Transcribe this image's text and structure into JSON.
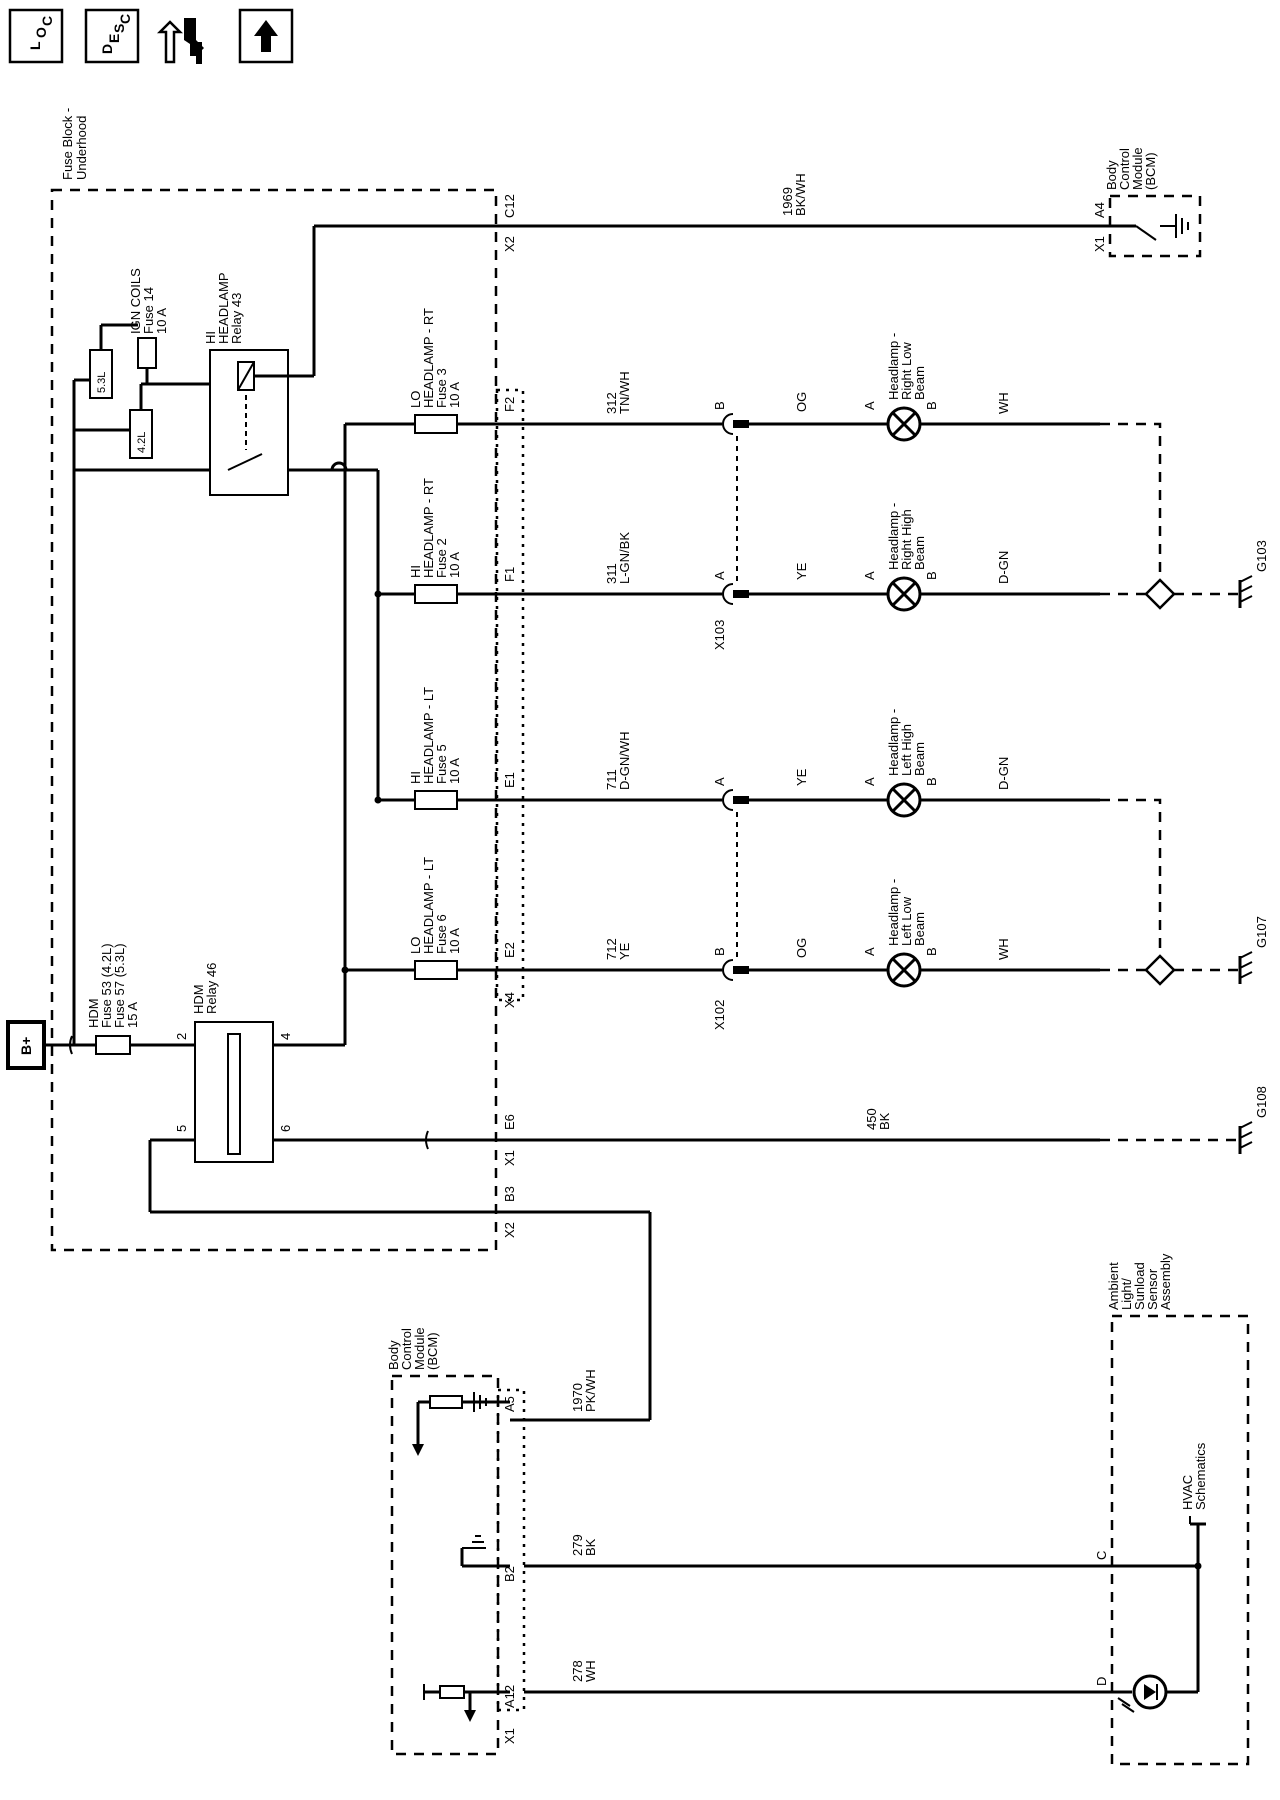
{
  "nav": {
    "loc_letters": [
      "L",
      "O",
      "C"
    ],
    "desc_letters": [
      "D",
      "E",
      "S",
      "C"
    ]
  },
  "fuse_block": {
    "title": "Fuse Block -",
    "subtitle": "Underhood",
    "battery": "B+"
  },
  "hdm_fuse": {
    "l1": "HDM",
    "l2": "Fuse 53 (4.2L)",
    "l3": "Fuse 57 (5.3L)",
    "l4": "15 A"
  },
  "hdm_relay": {
    "l1": "HDM",
    "l2": "Relay 46",
    "pin2": "2",
    "pin4": "4",
    "pin5": "5",
    "pin6": "6"
  },
  "ign_fuse": {
    "l1": "IGN COILS",
    "l2": "Fuse 14",
    "l3": "10 A",
    "badge1": "5.3L",
    "badge2": "4.2L"
  },
  "hi_relay": {
    "l1": "HI",
    "l2": "HEADLAMP",
    "l3": "Relay 43"
  },
  "fuses": [
    {
      "l1": "LO",
      "l2": "HEADLAMP - RT",
      "l3": "Fuse 3",
      "l4": "10 A",
      "pin": "F2"
    },
    {
      "l1": "HI",
      "l2": "HEADLAMP - RT",
      "l3": "Fuse 2",
      "l4": "10 A",
      "pin": "F1"
    },
    {
      "l1": "HI",
      "l2": "HEADLAMP - LT",
      "l3": "Fuse 5",
      "l4": "10 A",
      "pin": "E1"
    },
    {
      "l1": "LO",
      "l2": "HEADLAMP - LT",
      "l3": "Fuse 6",
      "l4": "10 A",
      "pin": "E2"
    }
  ],
  "connectors": {
    "c12": "C12",
    "x2a": "X2",
    "x4": "X4",
    "e6": "E6",
    "x1": "X1",
    "b3": "B3",
    "x2b": "X2",
    "x103": "X103",
    "x102": "X102"
  },
  "circuits": [
    {
      "num": "312",
      "color": "TN/WH",
      "pin": "B",
      "lamp_wire": "OG",
      "ret": "WH"
    },
    {
      "num": "311",
      "color": "L-GN/BK",
      "pin": "A",
      "lamp_wire": "YE",
      "ret": "D-GN"
    },
    {
      "num": "711",
      "color": "D-GN/WH",
      "pin": "A",
      "lamp_wire": "YE",
      "ret": "D-GN"
    },
    {
      "num": "712",
      "color": "YE",
      "pin": "B",
      "lamp_wire": "OG",
      "ret": "WH"
    }
  ],
  "lamps": [
    {
      "l1": "Headlamp -",
      "l2": "Right Low",
      "l3": "Beam",
      "pa": "A",
      "pb": "B"
    },
    {
      "l1": "Headlamp -",
      "l2": "Right High",
      "l3": "Beam",
      "pa": "A",
      "pb": "B"
    },
    {
      "l1": "Headlamp -",
      "l2": "Left High",
      "l3": "Beam",
      "pa": "A",
      "pb": "B"
    },
    {
      "l1": "Headlamp -",
      "l2": "Left Low",
      "l3": "Beam",
      "pa": "A",
      "pb": "B"
    }
  ],
  "grounds": {
    "g103": "G103",
    "g107": "G107",
    "g108": "G108"
  },
  "ground_circuit": {
    "num": "450",
    "color": "BK"
  },
  "bcm_top": {
    "l1": "Body",
    "l2": "Control",
    "l3": "Module",
    "l4": "(BCM)",
    "pin": "A4",
    "conn": "X1",
    "circuit": "1969",
    "color": "BK/WH"
  },
  "bcm_bottom": {
    "l1": "Body",
    "l2": "Control",
    "l3": "Module",
    "l4": "(BCM)",
    "pin_a5": "A5",
    "pin_b2": "B2",
    "pin_a12": "A12",
    "conn": "X1"
  },
  "bcm_circuits": [
    {
      "num": "1970",
      "color": "PK/WH"
    },
    {
      "num": "279",
      "color": "BK"
    },
    {
      "num": "278",
      "color": "WH"
    }
  ],
  "sensor": {
    "l1": "Ambient",
    "l2": "Light/",
    "l3": "Sunload",
    "l4": "Sensor",
    "l5": "Assembly",
    "pin_c": "C",
    "pin_d": "D",
    "ref1": "HVAC",
    "ref2": "Schematics"
  }
}
